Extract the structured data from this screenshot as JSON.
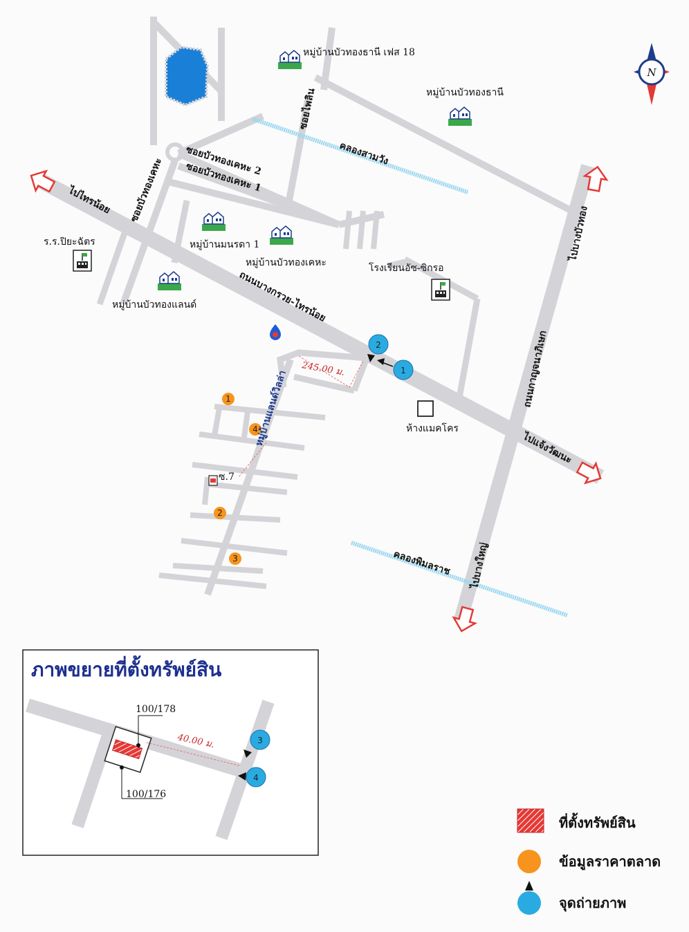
{
  "north_label": "N",
  "villages": {
    "bua_thong_thani_phase18": "หมู่บ้านบัวทองธานี เฟส 18",
    "bua_thong_thani": "หมู่บ้านบัวทองธานี",
    "monrada1": "หมู่บ้านมนรดา 1",
    "bua_thong_kheha": "หมู่บ้านบัวทองเคหะ",
    "bua_thong_land": "หมู่บ้านบัวทองแลนด์"
  },
  "schools": {
    "piyachat": "ร.ร.ปิยะฉัตร",
    "assumption": "โรงเรียนอัซ-ซิกรอ"
  },
  "store": "ห้างแมคโคร",
  "roads": {
    "soi_phailin": "ซอยไพลิน",
    "soi_bua_thong_kheha": "ซอยบัวทองเคหะ",
    "soi_bua_thong_kheha2": "ซอยบัวทองเคหะ 2",
    "soi_bua_thong_kheha1": "ซอยบัวทองเคหะ 1",
    "to_sainoi": "ไปไทรน้อย",
    "main_road": "ถนนบางกรวย-ไทรน้อย",
    "to_bang_bua_thong": "ไปบางบัวทอง",
    "kanchanapisek": "ถนนกาญจนาภิเษก",
    "to_chaengwattana": "ไปแจ้งวัฒนะ",
    "to_bang_yai": "ไปบางใหญ่",
    "village_road": "หมู่บ้านแลนด์วิลล่า",
    "soi7": "ซ.7"
  },
  "canals": {
    "sam_wang": "คลองสามวัง",
    "phimonrat": "คลองพิมลราช"
  },
  "distances": {
    "main": "245.00 ม.",
    "inset": "40.00 ม."
  },
  "market_points": [
    "1",
    "4",
    "2",
    "3"
  ],
  "photo_points_main": [
    "1",
    "2"
  ],
  "inset": {
    "title": "ภาพขยายที่ตั้งทรัพย์สิน",
    "lot_a": "100/178",
    "lot_b": "100/176",
    "photo_points": [
      "3",
      "4"
    ]
  },
  "legend": {
    "property": "ที่ตั้งทรัพย์สิน",
    "market": "ข้อมูลราคาตลาด",
    "photo": "จุดถ่ายภาพ"
  },
  "colors": {
    "road": "#d4d4d8",
    "canal": "#9ad7ef",
    "market_point": "#f7941d",
    "photo_point": "#29abe2",
    "property": "#e53935",
    "title": "#1d2f8f",
    "arrow": "#e53935"
  }
}
